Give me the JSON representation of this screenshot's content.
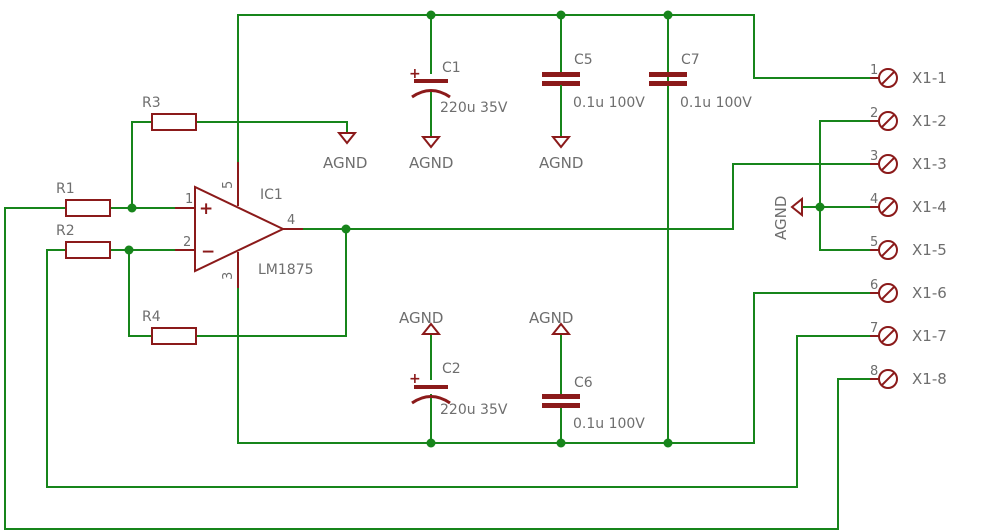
{
  "colors": {
    "wire": "#17851b",
    "part": "#8b1a1a",
    "text": "#6e6e6e",
    "background": "#ffffff"
  },
  "components": {
    "r1": "R1",
    "r2": "R2",
    "r3": "R3",
    "r4": "R4",
    "c1_name": "C1",
    "c1_value": "220u 35V",
    "c2_name": "C2",
    "c2_value": "220u 35V",
    "c5_name": "C5",
    "c5_value": "0.1u 100V",
    "c6_name": "C6",
    "c6_value": "0.1u 100V",
    "c7_name": "C7",
    "c7_value": "0.1u 100V",
    "ic_name": "IC1",
    "ic_value": "LM1875"
  },
  "ic_pins": {
    "p1": "1",
    "p2": "2",
    "p3": "3",
    "p4": "4",
    "p5": "5",
    "plus": "+",
    "minus": "−"
  },
  "ground_label": "AGND",
  "polarity_mark": "+",
  "connector": {
    "pins": [
      {
        "num": "1",
        "label": "X1-1"
      },
      {
        "num": "2",
        "label": "X1-2"
      },
      {
        "num": "3",
        "label": "X1-3"
      },
      {
        "num": "4",
        "label": "X1-4"
      },
      {
        "num": "5",
        "label": "X1-5"
      },
      {
        "num": "6",
        "label": "X1-6"
      },
      {
        "num": "7",
        "label": "X1-7"
      },
      {
        "num": "8",
        "label": "X1-8"
      }
    ]
  }
}
